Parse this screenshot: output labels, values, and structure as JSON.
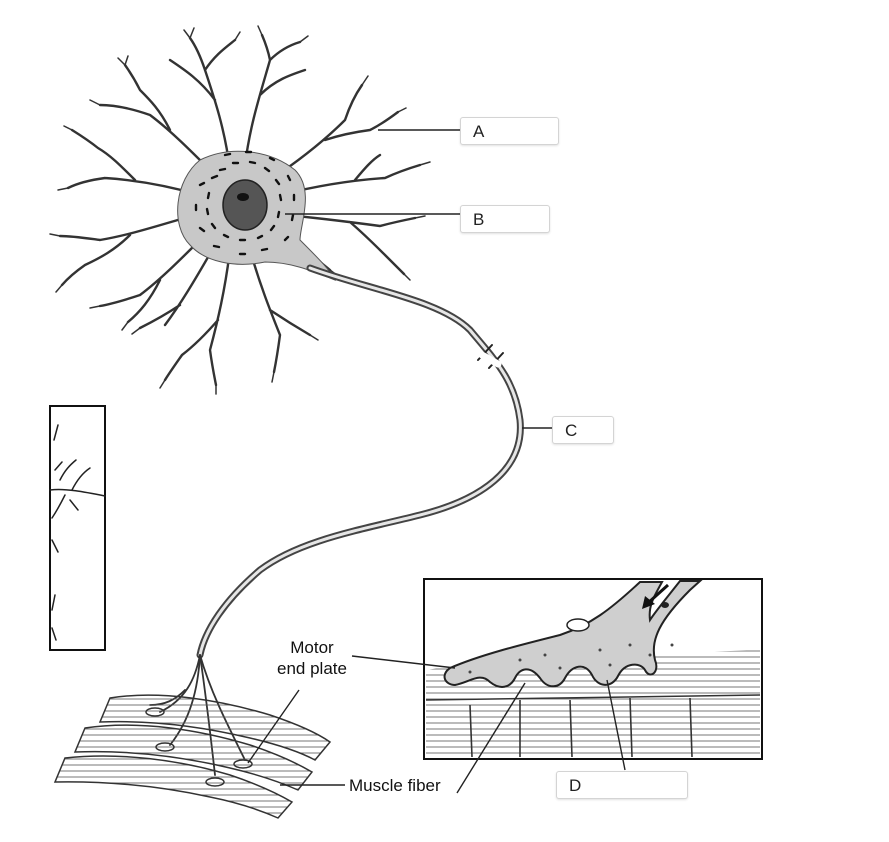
{
  "labels": {
    "A": "A",
    "B": "B",
    "C": "C",
    "D": "D"
  },
  "captions": {
    "motor_end_plate": "Motor\nend plate",
    "muscle_fiber": "Muscle fiber"
  }
}
